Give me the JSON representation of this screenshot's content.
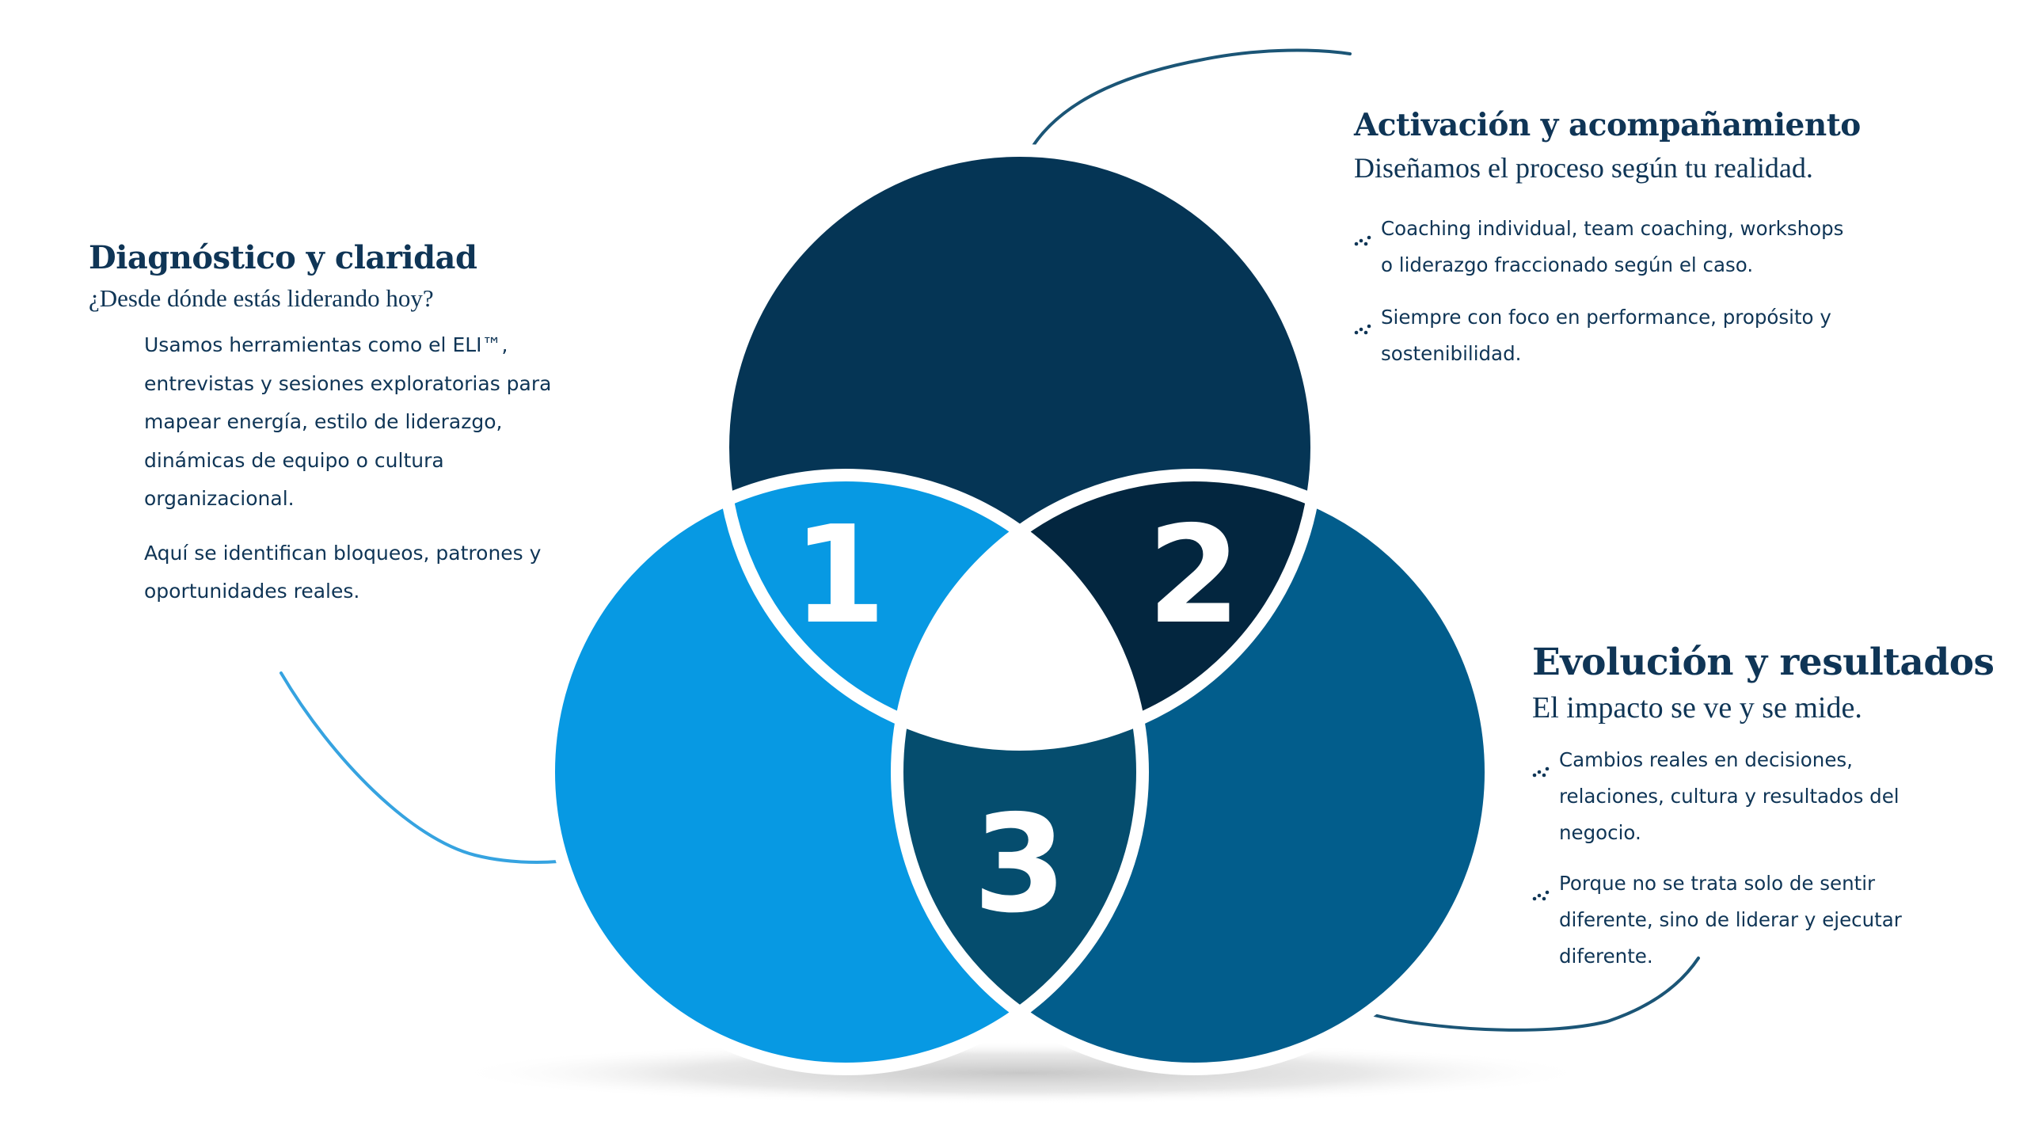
{
  "diagram": {
    "colors": {
      "circle_top": "#053555",
      "circle_left": "#0799e3",
      "circle_right": "#025d8c",
      "overlap_1": "#0799e3",
      "overlap_2": "#03263f",
      "overlap_3": "#054d6e",
      "center": "#ffffff",
      "numbers": "#ffffff",
      "text": "#0f3556",
      "curve_dark": "#1b5576",
      "curve_light": "#36a3e0"
    },
    "numbers": [
      "1",
      "2",
      "3"
    ]
  },
  "section_diagnostico": {
    "title": "Diagnóstico y claridad",
    "subtitle": "¿Desde dónde estás liderando hoy?",
    "paragraphs": [
      "Usamos herramientas como el ELI™, entrevistas y sesiones exploratorias para mapear energía, estilo de liderazgo, dinámicas de equipo o cultura organizacional.",
      "Aquí se identifican bloqueos, patrones y oportunidades reales."
    ]
  },
  "section_activacion": {
    "title": "Activación y acompañamiento",
    "subtitle": "Diseñamos el proceso según tu realidad.",
    "bullets": [
      "Coaching individual, team coaching, workshops o liderazgo fraccionado según el caso.",
      "Siempre con foco en performance, propósito y sostenibilidad."
    ]
  },
  "section_evolucion": {
    "title": "Evolución y resultados",
    "subtitle": "El impacto se ve y se mide.",
    "bullets": [
      "Cambios reales en decisiones, relaciones, cultura y resultados del negocio.",
      "Porque no se trata solo de sentir diferen­te, sino de liderar y ejecutar diferente."
    ]
  }
}
